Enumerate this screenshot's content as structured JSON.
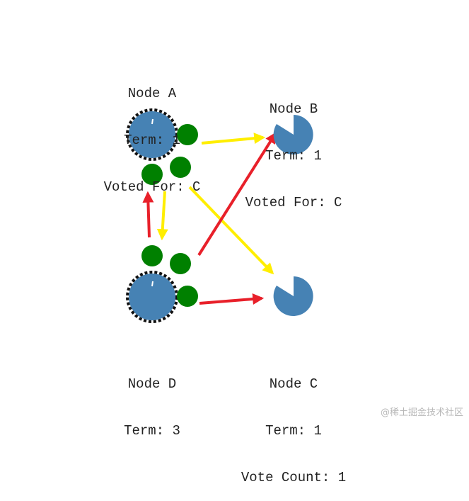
{
  "colors": {
    "node_fill": "#4682b4",
    "message_dot": "#008000",
    "request_arrow": "#ffee00",
    "response_arrow": "#e8202a",
    "leader_ring": "#111111",
    "text": "#222222"
  },
  "nodes": {
    "a": {
      "name": "Node A",
      "term": "Term: 1",
      "extra": "Voted For: C",
      "ring": "dashed",
      "shape": "circle"
    },
    "b": {
      "name": "Node B",
      "term": "Term: 1",
      "extra": "Voted For: C",
      "ring": "none",
      "shape": "pie-notch"
    },
    "c": {
      "name": "Node C",
      "term": "Term: 1",
      "extra": "Vote Count: 1",
      "ring": "none",
      "shape": "pie-notch"
    },
    "d": {
      "name": "Node D",
      "term": "Term: 3",
      "extra": "",
      "ring": "dashed",
      "shape": "circle"
    }
  },
  "arrows": [
    {
      "from": "a",
      "to": "b",
      "kind": "request"
    },
    {
      "from": "a",
      "to": "c",
      "kind": "request"
    },
    {
      "from": "a",
      "to": "d",
      "kind": "request"
    },
    {
      "from": "d",
      "to": "a",
      "kind": "response"
    },
    {
      "from": "d",
      "to": "b",
      "kind": "response"
    },
    {
      "from": "d",
      "to": "c",
      "kind": "response"
    }
  ],
  "message_dots": 6,
  "watermark": "@稀土掘金技术社区"
}
